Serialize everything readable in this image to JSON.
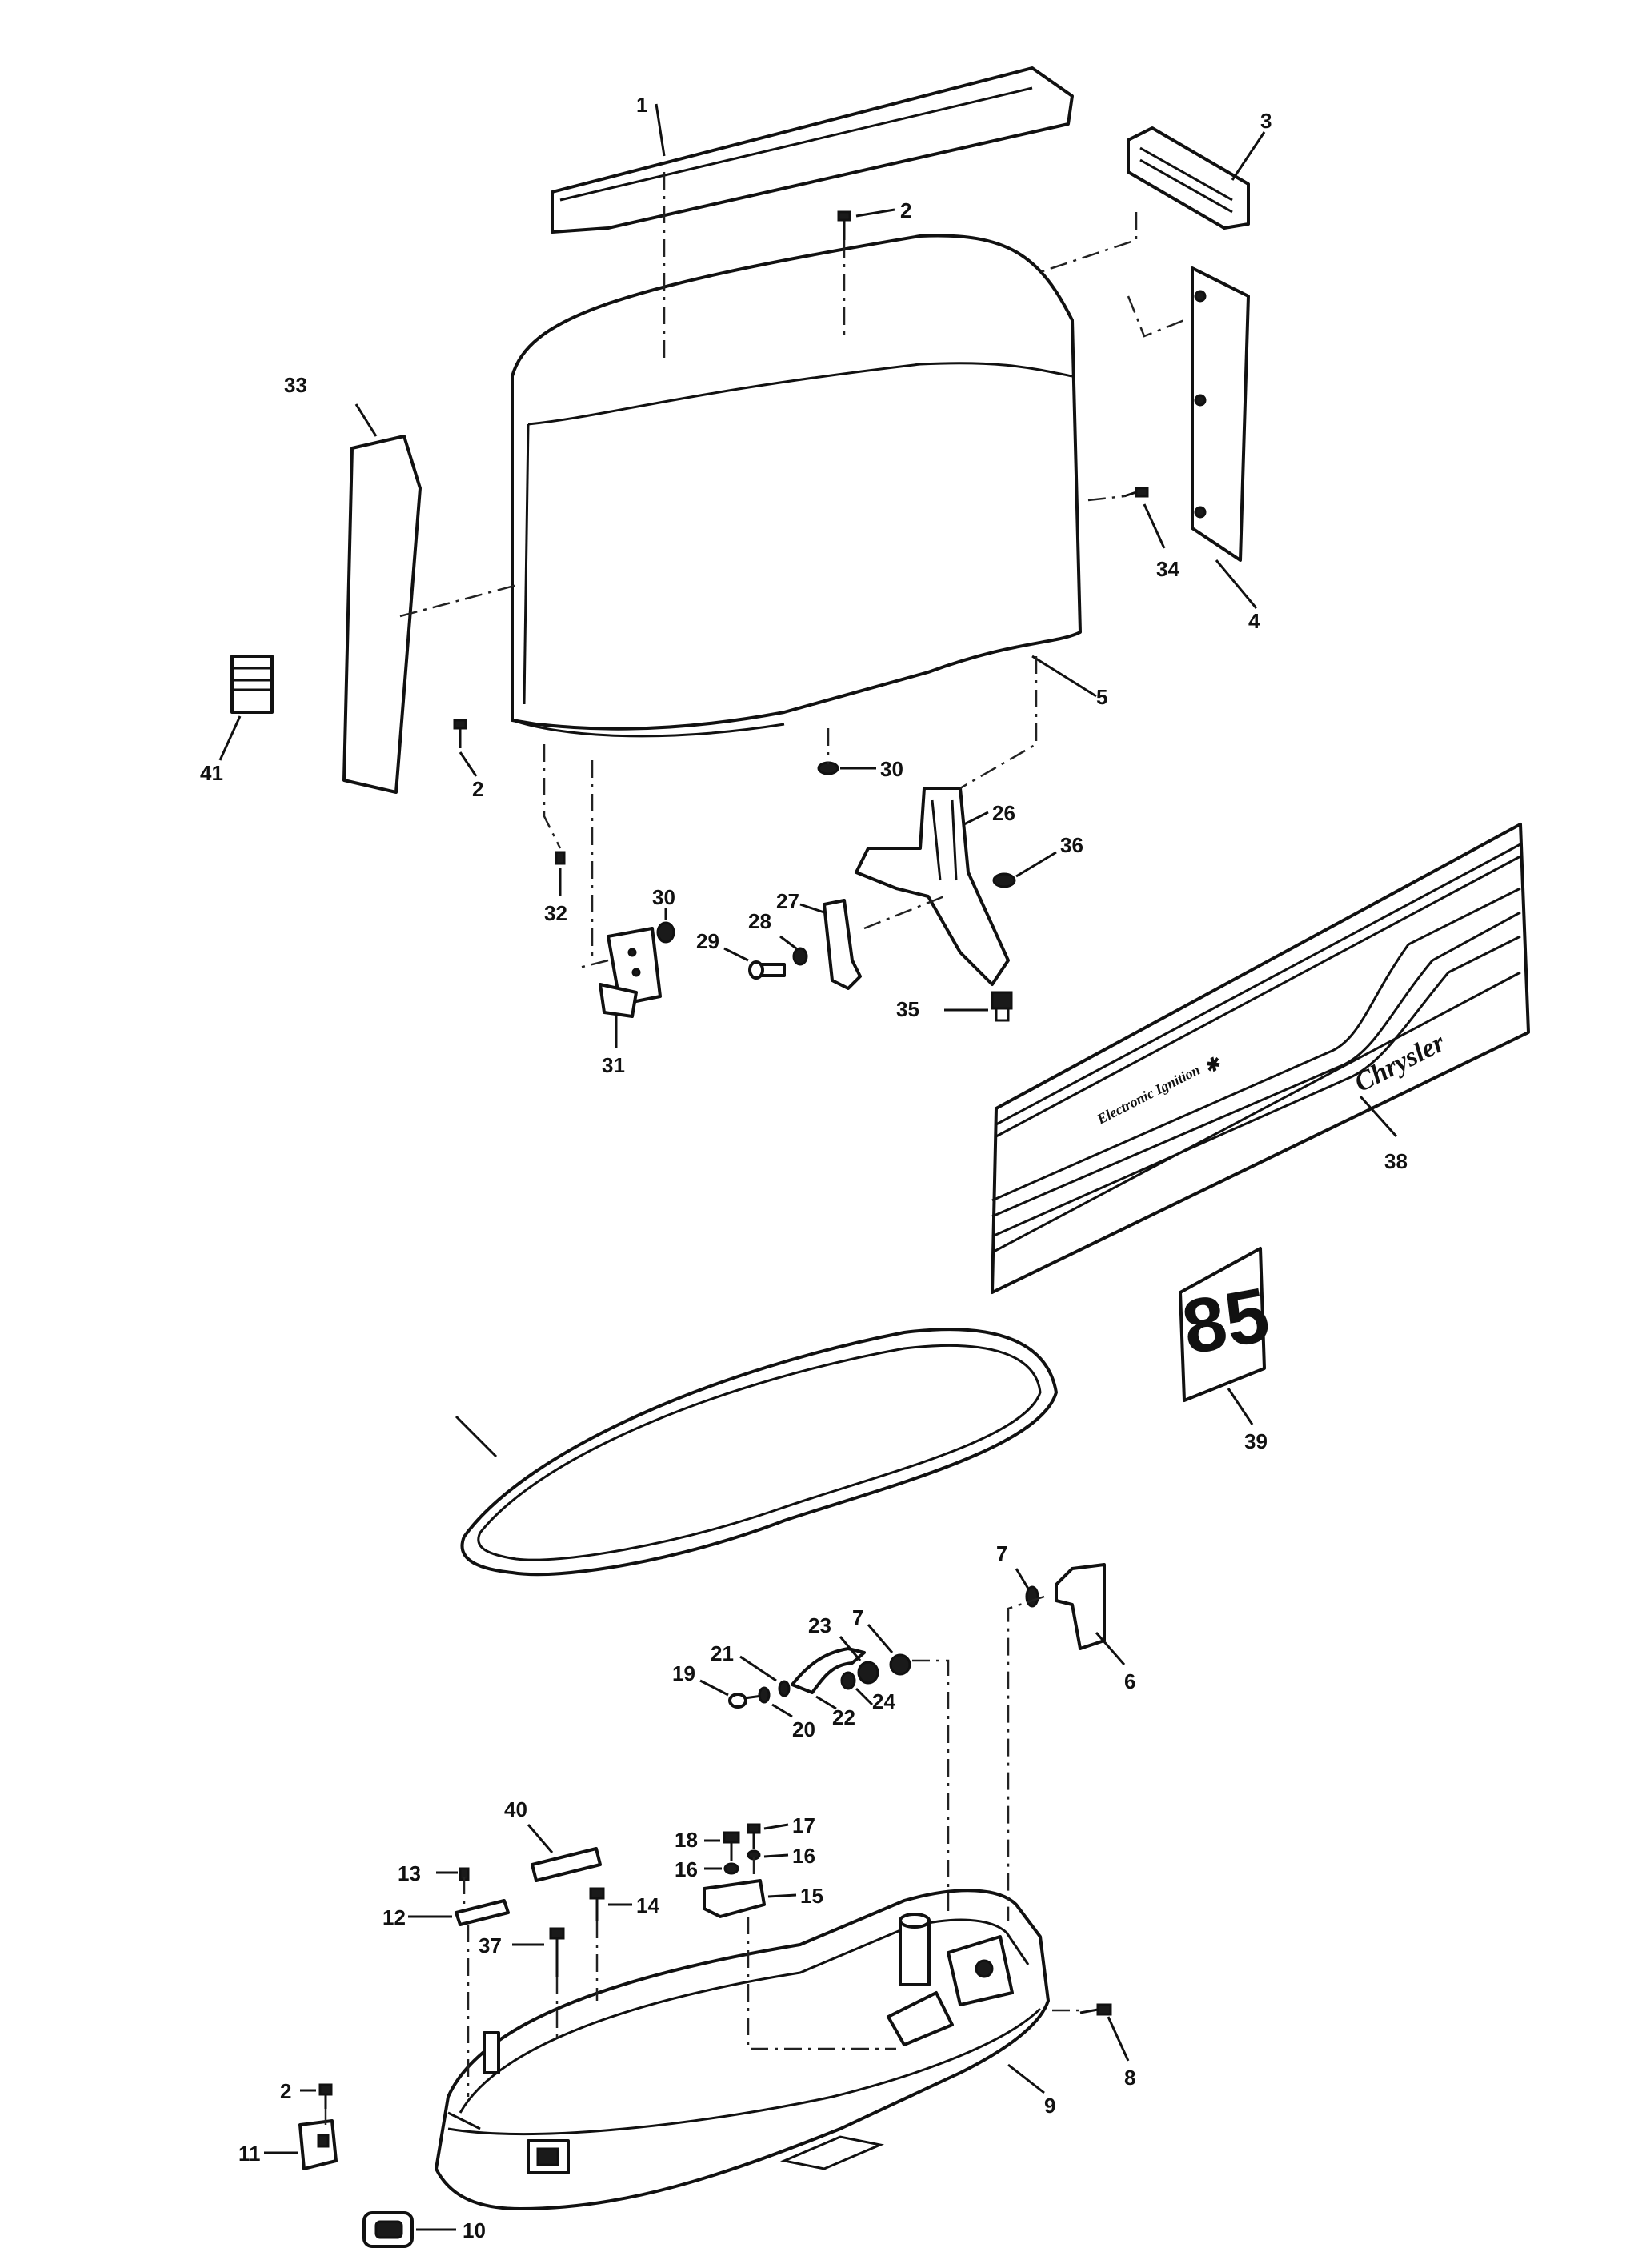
{
  "callouts": {
    "p1": "1",
    "p2a": "2",
    "p2b": "2",
    "p2c": "2",
    "p3": "3",
    "p4": "4",
    "p5": "5",
    "p6": "6",
    "p7a": "7",
    "p7b": "7",
    "p8": "8",
    "p9": "9",
    "p10": "10",
    "p11": "11",
    "p12": "12",
    "p13": "13",
    "p14": "14",
    "p15": "15",
    "p16a": "16",
    "p16b": "16",
    "p17": "17",
    "p18": "18",
    "p19": "19",
    "p20": "20",
    "p21": "21",
    "p22": "22",
    "p23": "23",
    "p24": "24",
    "p26": "26",
    "p27": "27",
    "p28": "28",
    "p29": "29",
    "p30a": "30",
    "p30b": "30",
    "p31": "31",
    "p32": "32",
    "p33": "33",
    "p34": "34",
    "p35": "35",
    "p36": "36",
    "p37": "37",
    "p38": "38",
    "p39": "39",
    "p40": "40",
    "p41": "41"
  },
  "decal": {
    "brand": "Chrysler",
    "subtitle": "Electronic Ignition",
    "subtitle_mark": "✱"
  },
  "horsepower_decal": "85"
}
